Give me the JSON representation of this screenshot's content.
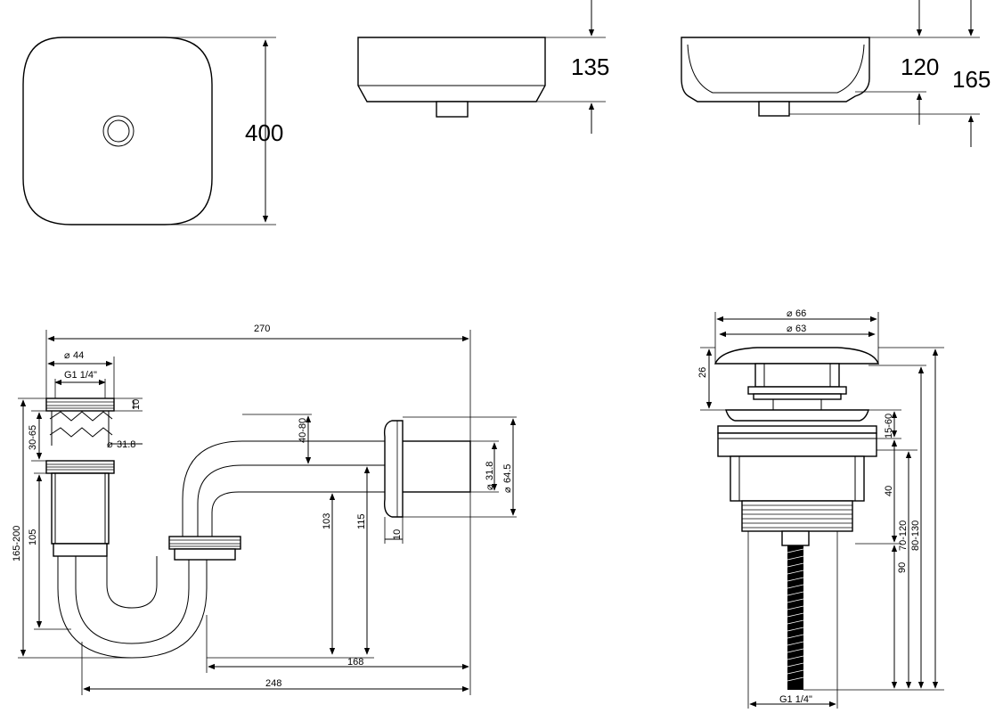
{
  "basin": {
    "width_label": "400",
    "height_front_label": "135",
    "height_side_label": "120",
    "height_total_label": "165"
  },
  "siphon": {
    "total_width": "270",
    "diameter_outlet": "44",
    "thread": "G1 1/4\"",
    "collar": "10",
    "adjust_range": "30-65",
    "pipe_diameter": "31.8",
    "height_range": "165-200",
    "trap_height": "105",
    "offset_range": "40-80",
    "wall_pipe_diameter": "31.8",
    "flange_diameter": "64.5",
    "height_103": "103",
    "height_115": "115",
    "flange_depth": "10",
    "trap_length": "168",
    "overall_length": "248"
  },
  "drain": {
    "cap_outer": "66",
    "cap_inner": "63",
    "cap_height": "26",
    "range_15_60": "15-60",
    "body_40": "40",
    "range_70_120": "70-120",
    "range_80_130": "80-130",
    "length_90": "90",
    "thread": "G1 1/4\""
  }
}
